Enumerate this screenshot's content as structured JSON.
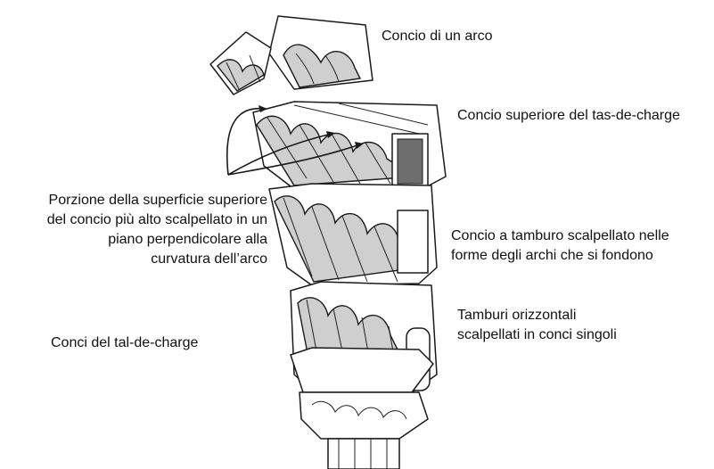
{
  "labels": {
    "arch_voussoir": "Concio di un arco",
    "top_voussoir": "Concio superiore del tas-de-charge",
    "surface_portion": "Porzione della superficie superiore\ndel concio più alto scalpellato in un\npiano perpendicolare alla\ncurvatura dell’arco",
    "drum_voussoir": "Concio a tamburo scalpellato nelle\nforme degli archi che si fondono",
    "horizontal_drums": "Tamburi  orizzontali\nscalpellati in conci singoli",
    "tas_de_charge_blocks": "Conci del tal-de-charge"
  }
}
